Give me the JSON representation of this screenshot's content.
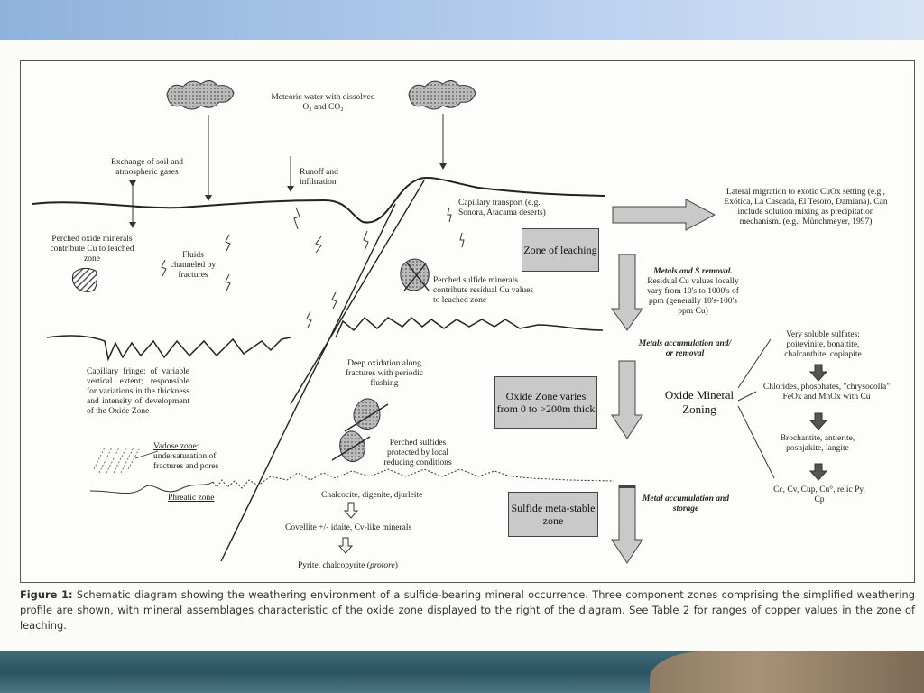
{
  "labels": {
    "meteoric": "Meteoric water with dissolved O₂ and CO₂",
    "exchange": "Exchange of soil and atmospheric gases",
    "runoff": "Runoff and infiltration",
    "capillary_transport": "Capillary transport (e.g. Sonora, Atacama deserts)",
    "lateral": "Lateral migration to exotic CuOx setting (e.g., Exótica, La Cascada, El Tesoro, Damiana). Can include solution mixing as precipitation mechanism. (e.g., Münchmeyer, 1997)",
    "perched_oxide": "Perched oxide minerals contribute Cu to leached zone",
    "fluids": "Fluids channeled by fractures",
    "perched_sulfide": "Perched sulfide minerals contribute residual Cu values to leached zone",
    "metals_removal_title": "Metals and S removal.",
    "metals_removal_body": "Residual Cu values locally vary from 10's to 1000's of ppm (generally 10's-100's ppm Cu)",
    "metals_accum_removal": "Metals accumulation and/ or removal",
    "capillary_fringe": "Capillary fringe: of variable vertical extent; responsible for variations in the thickness and intensity of development of the Oxide Zone",
    "deep_oxidation": "Deep oxidation along fractures with periodic flushing",
    "vadose_title": "Vadose zone",
    "vadose_body": ": undersaturation of fractures and pores",
    "phreatic": "Phreatic zone",
    "perched_sulfides_protected": "Perched sulfides protected by local reducing conditions",
    "chalcocite": "Chalcocite, digenite, djurleite",
    "covellite": "Covellite +/- idaite, Cv-like minerals",
    "pyrite": "Pyrite, chalcopyrite (",
    "protore": "protore",
    "pyrite_end": ")",
    "metal_accum_storage": "Metal accumulation and storage",
    "soluble_sulfates": "Very soluble sulfates: poitevinite, bonattite, chalcanthite, copiapite",
    "chlorides": "Chlorides, phosphates, \"chrysocolla\" FeOx and MnOx with Cu",
    "brochantite": "Brochantite, antlerite, posnjakite, langite",
    "cc_cv": "Cc, Cv, Cup, Cu°, relic Py, Cp",
    "oxide_mineral_zoning": "Oxide Mineral Zoning"
  },
  "boxes": {
    "leaching": "Zone of leaching",
    "oxide": "Oxide Zone varies from 0 to >200m thick",
    "sulfide": "Sulfide meta-stable zone"
  },
  "caption": {
    "label": "Figure 1:",
    "text": " Schematic diagram showing the weathering environment of a sulfide-bearing mineral occurrence. Three component zones comprising the simplified weathering profile are shown, with mineral assemblages characteristic of the oxide zone displayed to the right of the diagram. See Table 2 for ranges of copper values in the zone of leaching."
  }
}
